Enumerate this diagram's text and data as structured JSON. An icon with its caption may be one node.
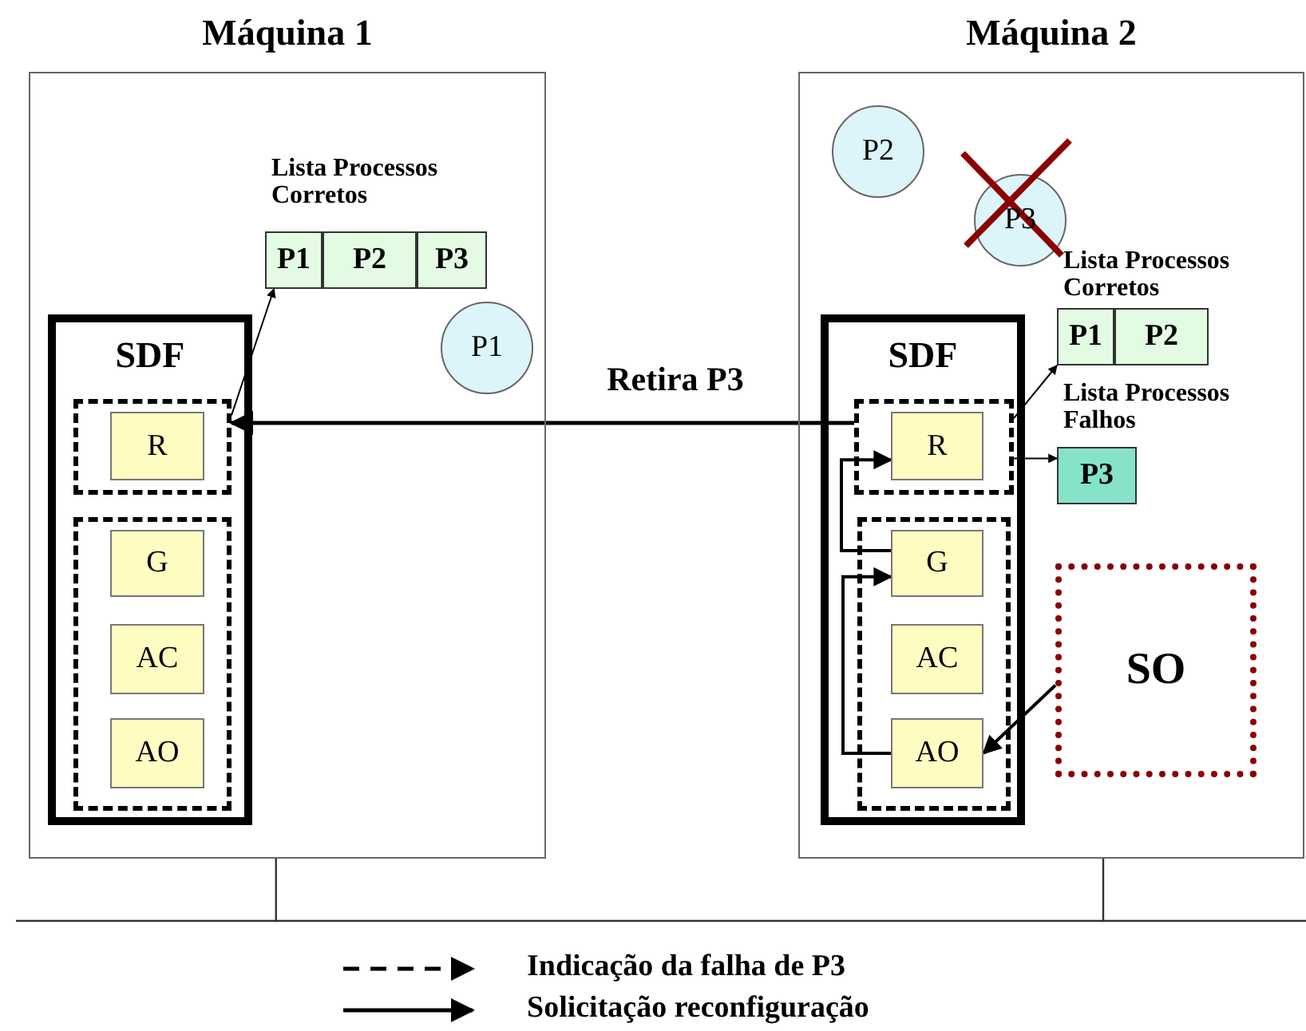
{
  "diagram": {
    "nodes": [
      {
        "text": [
          "Máquina 1"
        ]
      },
      {
        "text": [
          "Lista Processos Corretos"
        ],
        "in": 0
      },
      {
        "text": [
          "P1"
        ],
        "in": 1
      },
      {
        "text": [
          "P2"
        ],
        "in": 1
      },
      {
        "text": [
          "P3"
        ],
        "in": 1
      },
      {
        "text": [
          "P1"
        ],
        "in": 0
      },
      {
        "text": [
          "SDF"
        ],
        "in": 0
      },
      {
        "text": [],
        "shape": "box",
        "in": 6
      },
      {
        "text": [
          "R"
        ],
        "in": 7
      },
      {
        "text": [],
        "shape": "box",
        "in": 6
      },
      {
        "text": [
          "G"
        ],
        "in": 9
      },
      {
        "text": [
          "AC"
        ],
        "in": 9
      },
      {
        "text": [
          "AO"
        ],
        "in": 9
      },
      {
        "text": [
          "Máquina 2"
        ]
      },
      {
        "text": [
          "P2"
        ],
        "in": 13
      },
      {
        "text": [
          "P3"
        ],
        "in": 13
      },
      {
        "text": [
          "Lista Processos Corretos"
        ],
        "in": 13
      },
      {
        "text": [
          "P1"
        ],
        "in": 16
      },
      {
        "text": [
          "P2"
        ],
        "in": 16
      },
      {
        "text": [
          "Lista Processos Falhos"
        ],
        "in": 13
      },
      {
        "text": [
          "P3"
        ],
        "in": 19
      },
      {
        "text": [
          "SDF"
        ],
        "in": 13
      },
      {
        "text": [],
        "shape": "box",
        "in": 21
      },
      {
        "text": [
          "R"
        ],
        "in": 22
      },
      {
        "text": [],
        "shape": "box",
        "in": 21
      },
      {
        "text": [
          "G"
        ],
        "in": 24
      },
      {
        "text": [
          "AC"
        ],
        "in": 24
      },
      {
        "text": [
          "AO"
        ],
        "in": 24
      },
      {
        "text": [
          "SO"
        ],
        "in": 13
      }
    ],
    "edges": [
      {
        "from": 7,
        "to": 1,
        "arrow": "to"
      },
      {
        "from": 22,
        "to": 7,
        "arrow": "to",
        "label": "Retira P3"
      },
      {
        "from": 22,
        "to": 16,
        "arrow": "to"
      },
      {
        "from": 22,
        "to": 19,
        "arrow": "to"
      },
      {
        "from": 28,
        "to": 27,
        "arrow": "to"
      },
      {
        "from": 27,
        "to": 25,
        "arrow": "to"
      },
      {
        "from": 25,
        "to": 23,
        "arrow": "to"
      },
      {
        "from": 0,
        "to": 13,
        "arrow": "none"
      }
    ],
    "legend": [
      {
        "text": "Indicação da falha de P3"
      },
      {
        "text": "Solicitação reconfiguração"
      }
    ]
  }
}
